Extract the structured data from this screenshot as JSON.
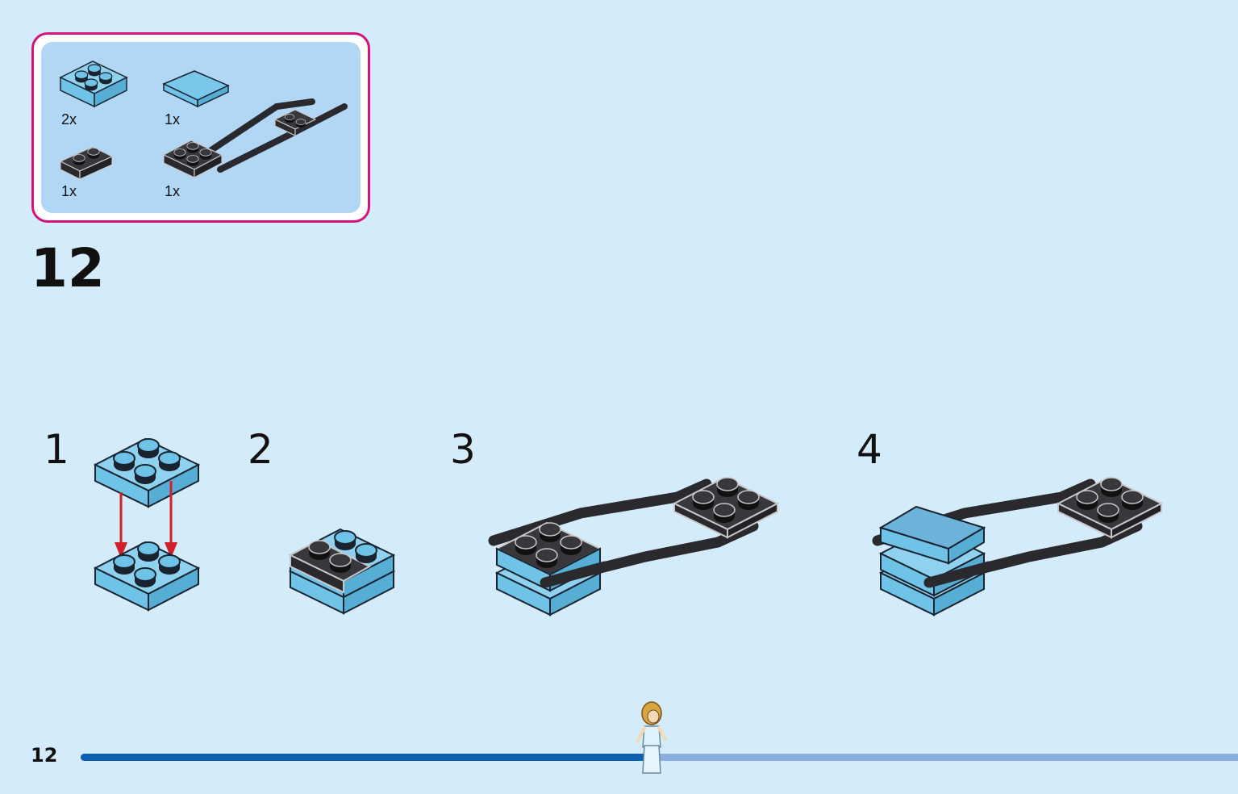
{
  "page_number": "12",
  "step_number": "12",
  "parts_list": [
    {
      "qty": "2x",
      "part": "medium-azure-2x2-plate"
    },
    {
      "qty": "1x",
      "part": "medium-azure-2x2-tile"
    },
    {
      "qty": "1x",
      "part": "black-1x2-plate"
    },
    {
      "qty": "1x",
      "part": "black-2x2-plate-with-bar-handles"
    }
  ],
  "substeps": [
    "1",
    "2",
    "3",
    "4"
  ],
  "progress": {
    "fraction": 0.5
  },
  "colors": {
    "background": "#d4ebfa",
    "parts_border": "#d2147a",
    "parts_fill": "#b1d7f4",
    "brick_azure": "#6ec3e6",
    "brick_black": "#2f2f33",
    "arrow_red": "#d0202a",
    "progress_done": "#0a5fb0",
    "progress_remaining": "#8aaede"
  }
}
